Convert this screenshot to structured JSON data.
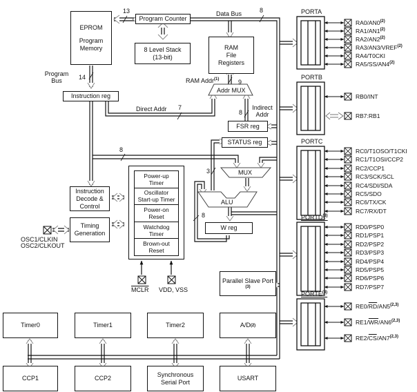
{
  "diagram": {
    "blocks": {
      "eprom": {
        "title": "EPROM",
        "subtitle": "Program Memory"
      },
      "program_counter": "Program Counter",
      "stack": {
        "line1": "8 Level Stack",
        "line2": "(13-bit)"
      },
      "ram": {
        "line1": "RAM",
        "line2": "File",
        "line3": "Registers"
      },
      "addr_mux": "Addr MUX",
      "fsr_reg": "FSR reg",
      "status_reg": "STATUS reg",
      "mux": "MUX",
      "alu": "ALU",
      "w_reg": "W reg",
      "instruction_reg": "Instruction reg",
      "instruction_decode": {
        "line1": "Instruction",
        "line2": "Decode &",
        "line3": "Control"
      },
      "timing_generation": {
        "line1": "Timing",
        "line2": "Generation"
      },
      "parallel_slave_port": {
        "label": "Parallel Slave Port",
        "note": "(3)"
      },
      "supervisory": [
        {
          "line1": "Power-up",
          "line2": "Timer"
        },
        {
          "line1": "Oscillator",
          "line2": "Start-up Timer"
        },
        {
          "line1": "Power-on",
          "line2": "Reset"
        },
        {
          "line1": "Watchdog",
          "line2": "Timer"
        },
        {
          "line1": "Brown-out",
          "line2": "Reset"
        }
      ],
      "peripherals_top": [
        "Timer0",
        "Timer1",
        "Timer2",
        "A/D"
      ],
      "peripherals_top_note": "(2)",
      "peripherals_bottom": [
        "CCP1",
        "CCP2",
        "Synchronous",
        "Serial Port",
        "USART"
      ]
    },
    "labels": {
      "data_bus": "Data Bus",
      "program_bus": {
        "line1": "Program",
        "line2": "Bus"
      },
      "ram_addr": "RAM Addr",
      "ram_addr_note": "(1)",
      "direct_addr": "Direct Addr",
      "indirect_addr": {
        "line1": "Indirect",
        "line2": "Addr"
      },
      "osc": {
        "line1": "OSC1/CLKIN",
        "line2": "OSC2/CLKOUT"
      },
      "mclr": "MCLR",
      "vdd_vss": "VDD, VSS"
    },
    "bus_widths": {
      "pc_to_eprom": "13",
      "data_bus": "8",
      "program_bus": "14",
      "ram_addr": "9",
      "direct_addr": "7",
      "indirect_addr": "8",
      "ir_to_mux": "8",
      "alu_status": "3",
      "w_feedback": "8"
    },
    "ports": [
      {
        "name": "PORTA",
        "note": "",
        "pins": [
          {
            "text": "RA0/AN0",
            "note": "(2)"
          },
          {
            "text": "RA1/AN1",
            "note": "(2)"
          },
          {
            "text": "RA2/AN2",
            "note": "(2)"
          },
          {
            "text": "RA3/AN3/VREF",
            "note": "(2)"
          },
          {
            "text": "RA4/T0CKI",
            "note": ""
          },
          {
            "text": "RA5/SS/AN4",
            "note": "(2)"
          }
        ]
      },
      {
        "name": "PORTB",
        "note": "",
        "pins": [
          {
            "text": "RB0/INT",
            "note": ""
          },
          {
            "text": "RB7:RB1",
            "note": ""
          }
        ]
      },
      {
        "name": "PORTC",
        "note": "",
        "pins": [
          {
            "text": "RC0/T1OSO/T1CKI",
            "note": ""
          },
          {
            "text": "RC1/T1OSI/CCP2",
            "note": ""
          },
          {
            "text": "RC2/CCP1",
            "note": ""
          },
          {
            "text": "RC3/SCK/SCL",
            "note": ""
          },
          {
            "text": "RC4/SDI/SDA",
            "note": ""
          },
          {
            "text": "RC5/SDO",
            "note": ""
          },
          {
            "text": "RC6/TX/CK",
            "note": ""
          },
          {
            "text": "RC7/RX/DT",
            "note": ""
          }
        ]
      },
      {
        "name": "PORTD",
        "note": "(3)",
        "pins": [
          {
            "text": "RD0/PSP0",
            "note": ""
          },
          {
            "text": "RD1/PSP1",
            "note": ""
          },
          {
            "text": "RD2/PSP2",
            "note": ""
          },
          {
            "text": "RD3/PSP3",
            "note": ""
          },
          {
            "text": "RD4/PSP4",
            "note": ""
          },
          {
            "text": "RD5/PSP5",
            "note": ""
          },
          {
            "text": "RD6/PSP6",
            "note": ""
          },
          {
            "text": "RD7/PSP7",
            "note": ""
          }
        ]
      },
      {
        "name": "PORTE",
        "note": "(3)",
        "pins": [
          {
            "text": "RE0/RD/AN5",
            "note": "(2,3)"
          },
          {
            "text": "RE1/WR/AN6",
            "note": "(2,3)"
          },
          {
            "text": "RE2/CS/AN7",
            "note": "(2,3)"
          }
        ]
      }
    ]
  }
}
